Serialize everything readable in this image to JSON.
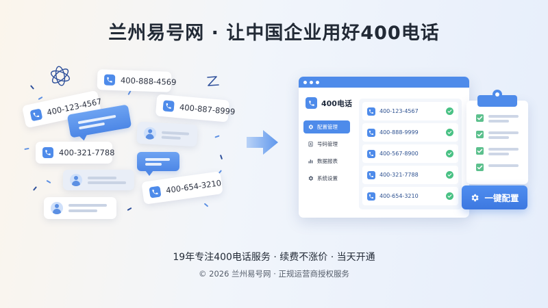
{
  "headline": "兰州易号网 · 让中国企业用好400电话",
  "scatter_cards": [
    {
      "number": "400-888-4569"
    },
    {
      "number": "400-123-4567"
    },
    {
      "number": "400-887-8999"
    },
    {
      "number": "400-321-7788"
    },
    {
      "number": "400-654-3210"
    }
  ],
  "app": {
    "brand": "400电话",
    "nav": [
      {
        "label": "配置管理",
        "icon": "gear-icon",
        "active": true
      },
      {
        "label": "号码管理",
        "icon": "phone-book-icon"
      },
      {
        "label": "数据报表",
        "icon": "bar-chart-icon"
      },
      {
        "label": "系统设置",
        "icon": "settings-icon"
      }
    ],
    "numbers": [
      {
        "number": "400-123-4567",
        "status": "check-icon"
      },
      {
        "number": "400-888-9999",
        "status": "check-icon"
      },
      {
        "number": "400-567-8900",
        "status": "check-icon"
      },
      {
        "number": "400-321-7788",
        "status": "check-icon"
      },
      {
        "number": "400-654-3210",
        "status": "check-icon"
      }
    ]
  },
  "cta": {
    "label": "一键配置",
    "icon": "gear-icon"
  },
  "tagline": "19年专注400电话服务 · 续费不涨价 · 当天开通",
  "copyright": "© 2026 兰州易号网 · 正规运营商授权服务",
  "colors": {
    "accent": "#4e8bea",
    "success": "#49c184",
    "text": "#222a36"
  }
}
